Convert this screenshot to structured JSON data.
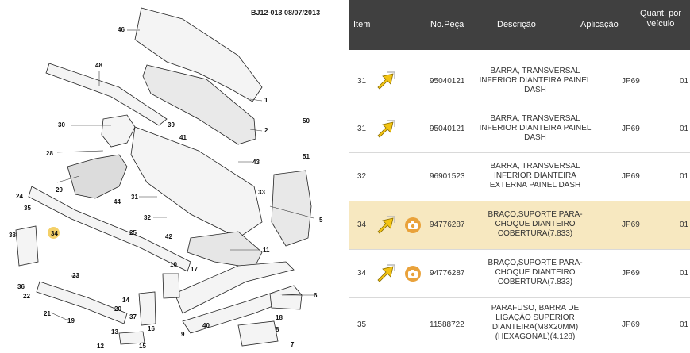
{
  "diagram": {
    "code": "BJ12-013  08/07/2013",
    "callouts": [
      {
        "label": "46"
      },
      {
        "label": "48"
      },
      {
        "label": "1"
      },
      {
        "label": "2"
      },
      {
        "label": "50"
      },
      {
        "label": "30"
      },
      {
        "label": "39"
      },
      {
        "label": "41"
      },
      {
        "label": "28"
      },
      {
        "label": "51"
      },
      {
        "label": "43"
      },
      {
        "label": "29"
      },
      {
        "label": "24"
      },
      {
        "label": "31"
      },
      {
        "label": "44"
      },
      {
        "label": "33"
      },
      {
        "label": "5"
      },
      {
        "label": "35"
      },
      {
        "label": "32"
      },
      {
        "label": "38"
      },
      {
        "label": "34"
      },
      {
        "label": "25"
      },
      {
        "label": "42"
      },
      {
        "label": "11"
      },
      {
        "label": "10"
      },
      {
        "label": "23"
      },
      {
        "label": "36"
      },
      {
        "label": "22"
      },
      {
        "label": "20"
      },
      {
        "label": "14"
      },
      {
        "label": "17"
      },
      {
        "label": "6"
      },
      {
        "label": "21"
      },
      {
        "label": "19"
      },
      {
        "label": "37"
      },
      {
        "label": "18"
      },
      {
        "label": "16"
      },
      {
        "label": "9"
      },
      {
        "label": "40"
      },
      {
        "label": "13"
      },
      {
        "label": "8"
      },
      {
        "label": "12"
      },
      {
        "label": "15"
      },
      {
        "label": "7"
      }
    ],
    "highlight_color": "#f2c84e"
  },
  "table": {
    "headers": {
      "item": "Item",
      "part_no": "No.Peça",
      "description": "Descrição",
      "application": "Aplicação",
      "quantity": "Quant. por veículo"
    },
    "header_bg": "#404040",
    "selected_bg": "#f7e8c0",
    "rows": [
      {
        "item": "31",
        "part_no": "95040121",
        "description": "BARRA, TRANSVERSAL INFERIOR DIANTEIRA PAINEL DASH",
        "application": "JP69",
        "quantity": "01",
        "has_arrow": true,
        "has_camera": false,
        "selected": false
      },
      {
        "item": "31",
        "part_no": "95040121",
        "description": "BARRA, TRANSVERSAL INFERIOR DIANTEIRA PAINEL DASH",
        "application": "JP69",
        "quantity": "01",
        "has_arrow": true,
        "has_camera": false,
        "selected": false
      },
      {
        "item": "32",
        "part_no": "96901523",
        "description": "BARRA, TRANSVERSAL INFERIOR DIANTEIRA EXTERNA PAINEL DASH",
        "application": "JP69",
        "quantity": "01",
        "has_arrow": false,
        "has_camera": false,
        "selected": false
      },
      {
        "item": "34",
        "part_no": "94776287",
        "description": "BRAÇO,SUPORTE PARA-CHOQUE DIANTEIRO COBERTURA(7.833)",
        "application": "JP69",
        "quantity": "01",
        "has_arrow": true,
        "has_camera": true,
        "selected": true
      },
      {
        "item": "34",
        "part_no": "94776287",
        "description": "BRAÇO,SUPORTE PARA-CHOQUE DIANTEIRO COBERTURA(7.833)",
        "application": "JP69",
        "quantity": "01",
        "has_arrow": true,
        "has_camera": true,
        "selected": false
      },
      {
        "item": "35",
        "part_no": "11588722",
        "description": "PARAFUSO, BARRA DE LIGAÇÃO SUPERIOR DIANTEIRA(M8X20MM) (HEXAGONAL)(4.128)",
        "application": "JP69",
        "quantity": "01",
        "has_arrow": false,
        "has_camera": false,
        "selected": false
      }
    ]
  }
}
